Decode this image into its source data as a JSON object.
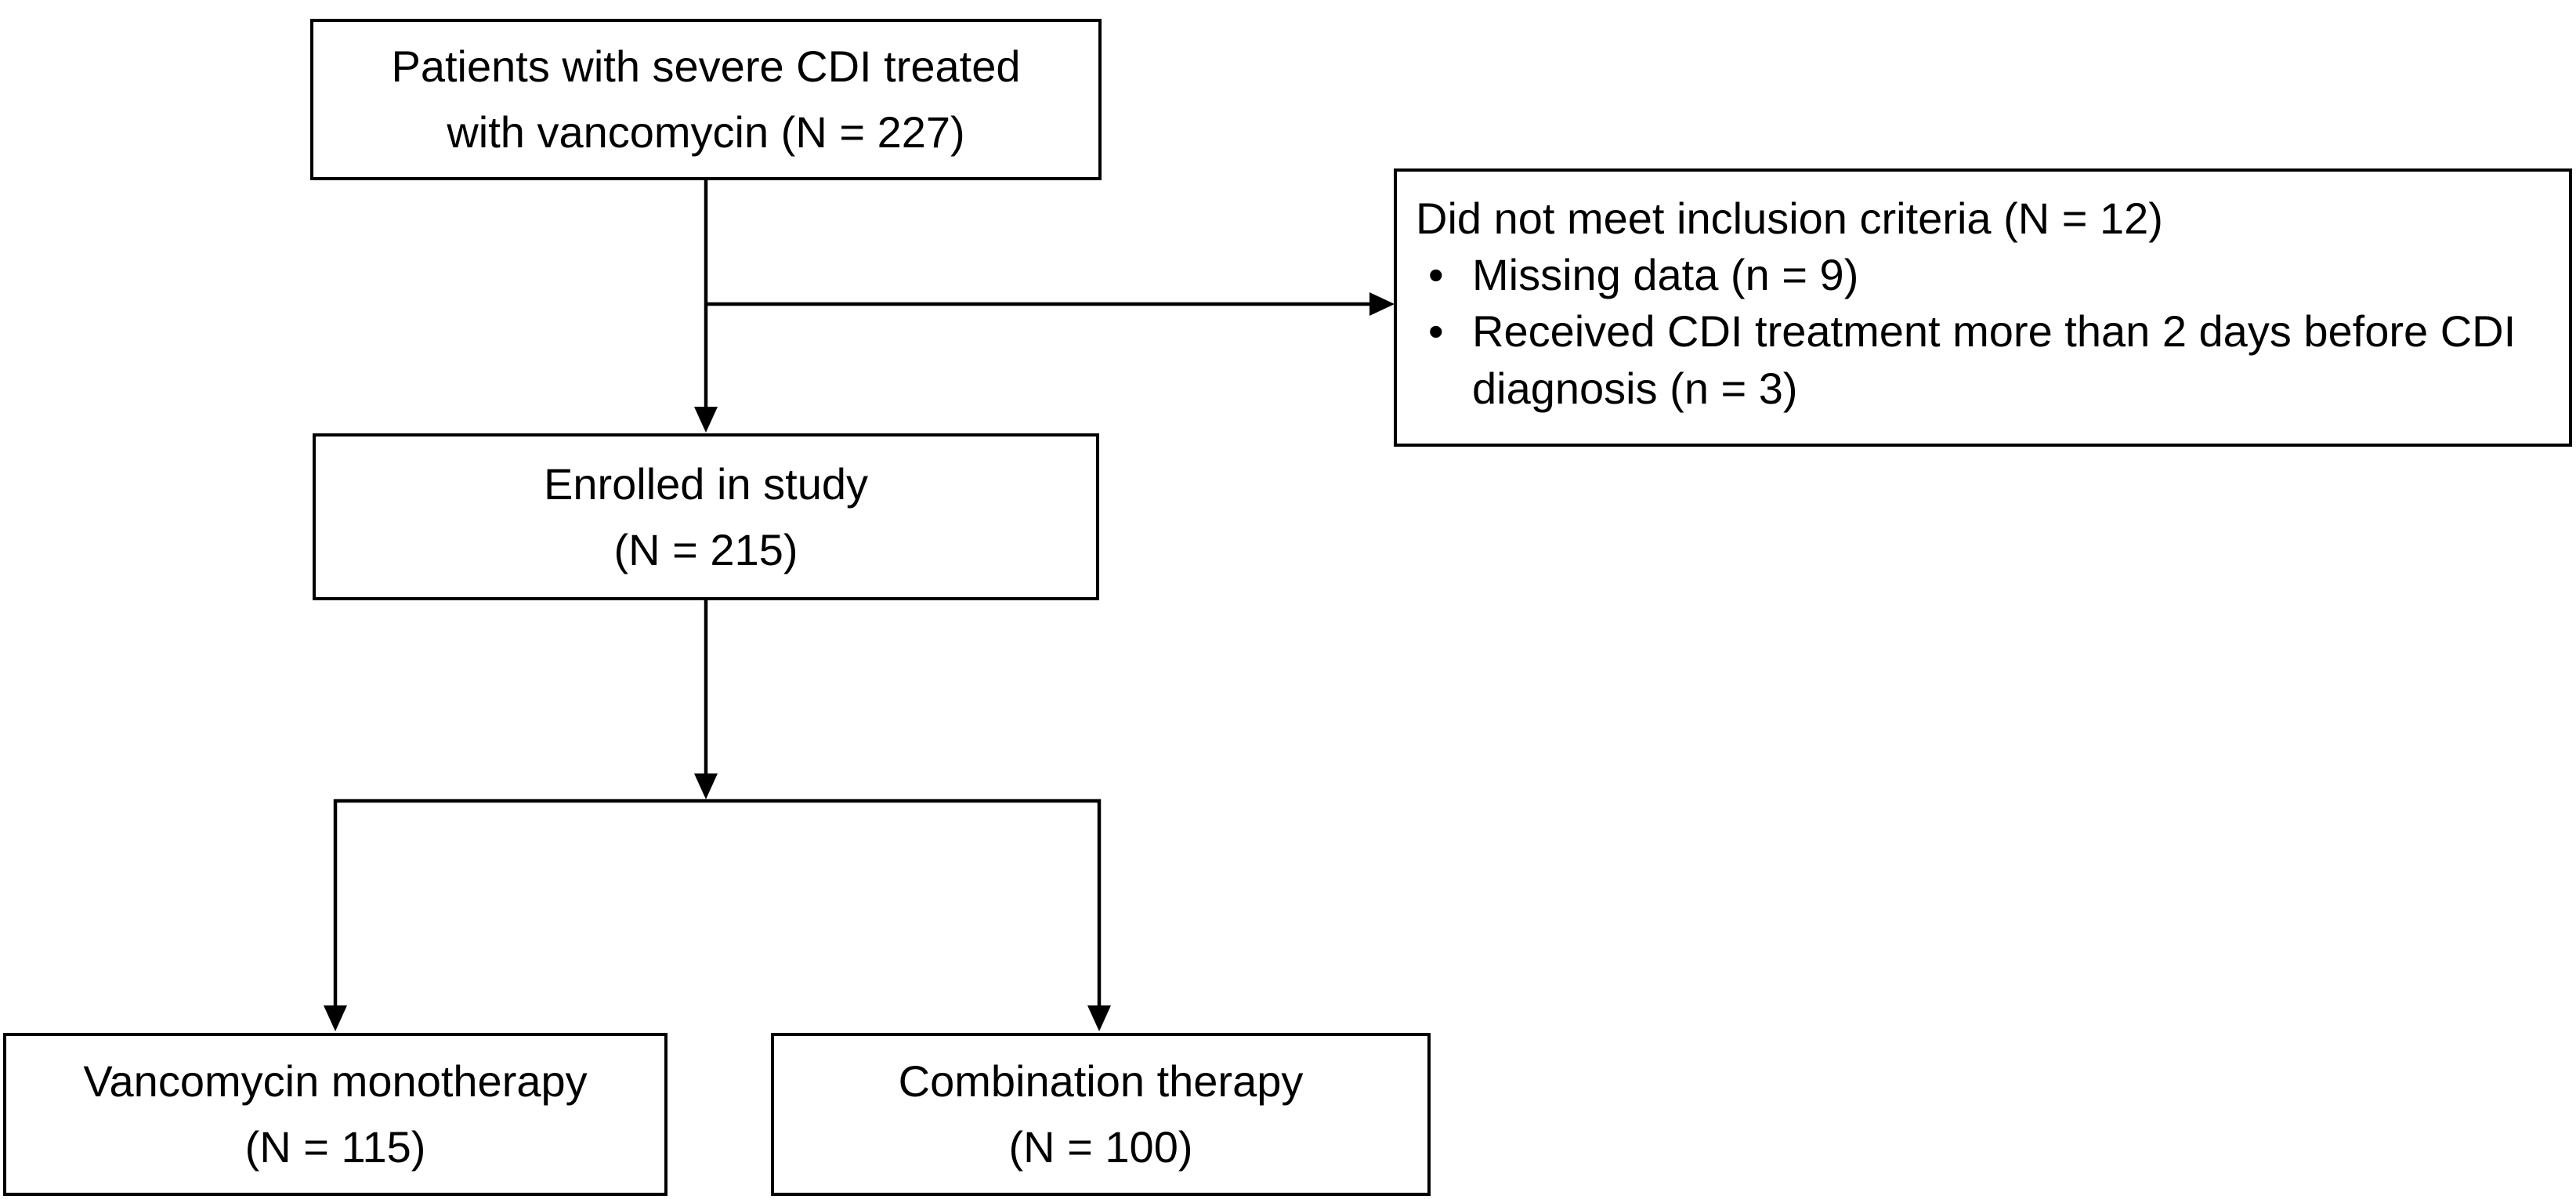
{
  "figure": {
    "bullet_glyph": "•",
    "colors": {
      "background": "#ffffff",
      "line": "#000000",
      "box_fill": "#ffffff",
      "box_border": "#000000",
      "text": "#000000"
    },
    "boxes": {
      "source": {
        "lines": [
          "Patients with severe CDI treated",
          "with vancomycin (N = 227)"
        ]
      },
      "excluded": {
        "title": "Did not meet inclusion criteria (N = 12)",
        "bullets": [
          "Missing data (n = 9)",
          "Received CDI treatment more than 2 days before CDI diagnosis (n = 3)"
        ]
      },
      "enrolled": {
        "lines": [
          "Enrolled in study",
          "(N = 215)"
        ]
      },
      "monotherapy": {
        "lines": [
          "Vancomycin monotherapy",
          "(N = 115)"
        ]
      },
      "combination": {
        "lines": [
          "Combination therapy",
          "(N = 100)"
        ]
      }
    }
  }
}
